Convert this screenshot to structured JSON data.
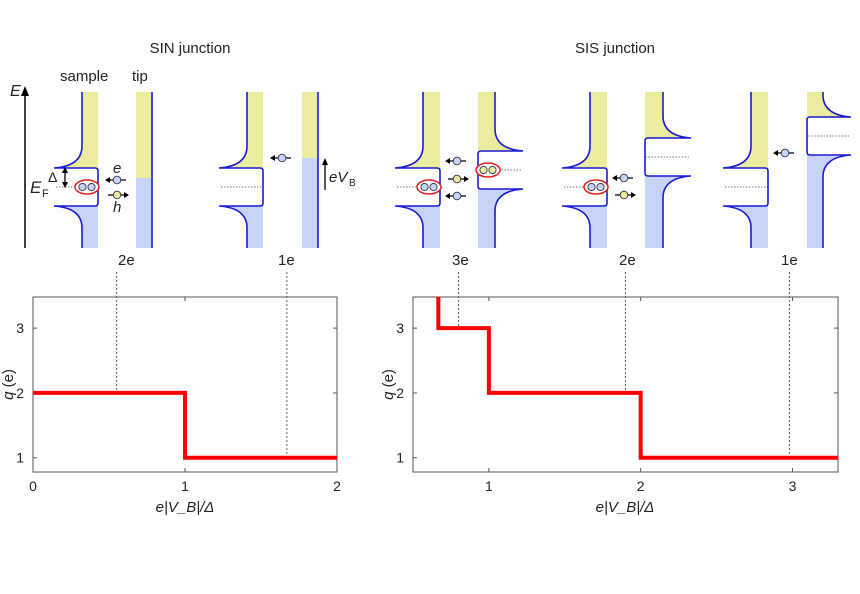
{
  "titles": {
    "sin": "SIN junction",
    "sis": "SIS junction"
  },
  "diagram": {
    "energy_axis": "E",
    "fermi_label": "E",
    "fermi_sub": "F",
    "gap_label": "Δ",
    "sample_label": "sample",
    "tip_label": "tip",
    "electron_label": "e",
    "hole_label": "h",
    "bias_label": "eV",
    "bias_sub": "B",
    "sin_charges": [
      "2e",
      "1e"
    ],
    "sis_charges": [
      "3e",
      "2e",
      "1e"
    ]
  },
  "colors": {
    "occupied": "#c8d4f7",
    "empty": "#ecec9e",
    "dos_line": "#1a1ad0",
    "step": "#ff0000",
    "pair_ring": "#e02020"
  },
  "chart_data": [
    {
      "type": "line",
      "title": "SIN junction",
      "xlabel": "e|V_B|/Δ",
      "ylabel": "q (e)",
      "xlim": [
        0,
        2
      ],
      "ylim": [
        0.78,
        3.48
      ],
      "xticks": [
        "0",
        "1",
        "2"
      ],
      "yticks": [
        "1",
        "2",
        "3"
      ],
      "x": [
        0,
        1,
        1,
        2
      ],
      "y": [
        2,
        2,
        1,
        1
      ],
      "markers": [
        {
          "label": "2e",
          "x": 0.55,
          "y": 2
        },
        {
          "label": "1e",
          "x": 1.67,
          "y": 1
        }
      ]
    },
    {
      "type": "line",
      "title": "SIS junction",
      "xlabel": "e|V_B|/Δ",
      "ylabel": "q (e)",
      "xlim": [
        0.5,
        3.3
      ],
      "ylim": [
        0.78,
        3.48
      ],
      "xticks": [
        "1",
        "2",
        "3"
      ],
      "yticks": [
        "1",
        "2",
        "3"
      ],
      "x": [
        0.667,
        0.667,
        1,
        1,
        2,
        2,
        3.3
      ],
      "y": [
        3.48,
        3,
        3,
        2,
        2,
        1,
        1
      ],
      "markers": [
        {
          "label": "3e",
          "x": 0.8,
          "y": 3
        },
        {
          "label": "2e",
          "x": 1.9,
          "y": 2.03
        },
        {
          "label": "1e",
          "x": 2.98,
          "y": 1
        }
      ]
    }
  ]
}
